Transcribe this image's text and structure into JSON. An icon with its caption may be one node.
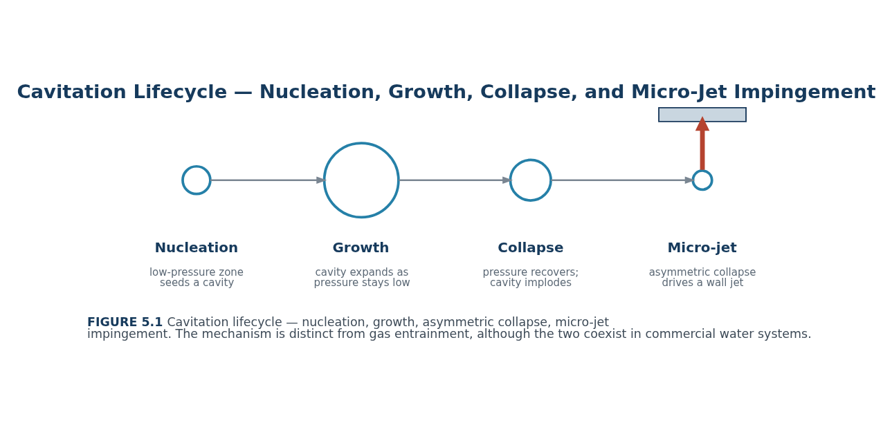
{
  "diagram": {
    "title": "Cavitation Lifecycle — Nucleation, Growth, Collapse, and Micro-Jet Impingement",
    "caption": "**FIGURE 5.1** Cavitation lifecycle — nucleation, growth, asymmetric collapse, micro-jet impingement. The mechanism is distinct from gas entrainment, although the two coexist in commercial water systems.",
    "nodes": [
      {
        "text": [],
        "shape": "circle",
        "beside": [
          "Nucleation",
          "low-pressure zone seeds a cavity"
        ]
      },
      {
        "text": [],
        "shape": "circle",
        "beside": [
          "Growth",
          "cavity expands as pressure stays low"
        ]
      },
      {
        "text": [],
        "shape": "circle",
        "beside": [
          "Collapse",
          "pressure recovers; cavity implodes"
        ]
      },
      {
        "text": [],
        "shape": "circle",
        "beside": [
          "Micro-jet",
          "asymmetric collapse drives a wall jet"
        ]
      },
      {
        "text": [],
        "shape": "box"
      }
    ],
    "edges": [
      {
        "from": 0,
        "to": 1,
        "arrow": "to"
      },
      {
        "from": 1,
        "to": 2,
        "arrow": "to"
      },
      {
        "from": 2,
        "to": 3,
        "arrow": "to"
      },
      {
        "from": 3,
        "to": 4,
        "arrow": "to",
        "style": "thick",
        "color": "#b5432f"
      }
    ]
  }
}
